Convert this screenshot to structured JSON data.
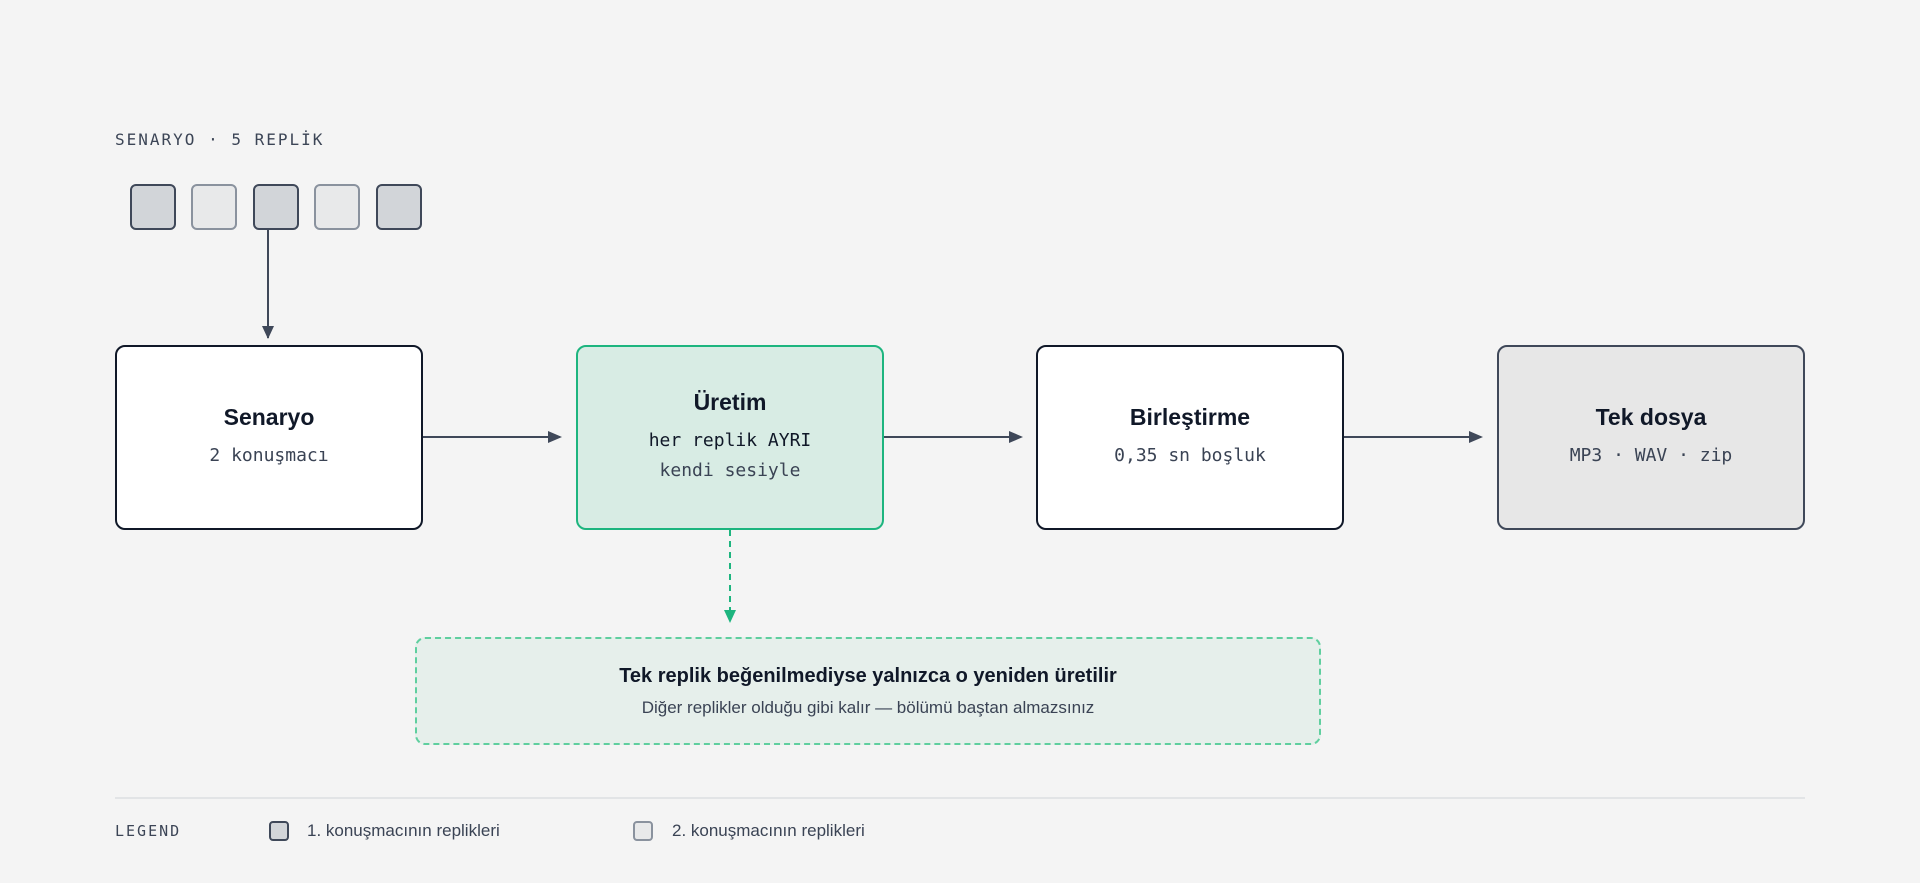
{
  "scenario": {
    "label": "SENARYO · 5 REPLİK",
    "lines": [
      {
        "speaker": 1
      },
      {
        "speaker": 2
      },
      {
        "speaker": 1
      },
      {
        "speaker": 2
      },
      {
        "speaker": 1
      }
    ]
  },
  "nodes": {
    "script": {
      "title": "Senaryo",
      "sub": "2 konuşmacı"
    },
    "generation": {
      "title": "Üretim",
      "sub1": "her replik AYRI",
      "sub2": "kendi sesiyle"
    },
    "merge": {
      "title": "Birleştirme",
      "sub": "0,35 sn boşluk"
    },
    "file": {
      "title": "Tek dosya",
      "sub": "MP3 · WAV · zip"
    }
  },
  "note": {
    "title": "Tek replik beğenilmediyse yalnızca o yeniden üretilir",
    "sub": "Diğer replikler olduğu gibi kalır — bölümü baştan almazsınız"
  },
  "legend": {
    "title": "LEGEND",
    "speaker1": "1. konuşmacının replikleri",
    "speaker2": "2. konuşmacının replikleri"
  },
  "colors": {
    "accent": "#1db57f",
    "ink": "#101828",
    "edge": "#3f4859"
  }
}
